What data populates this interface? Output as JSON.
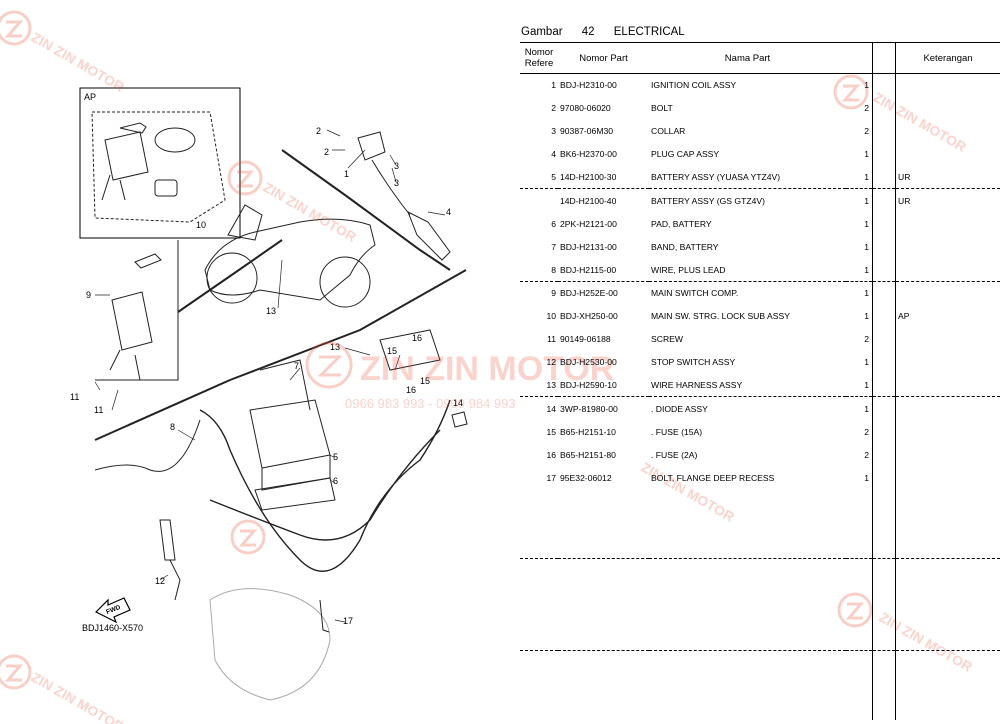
{
  "diagram": {
    "reference_labels": {
      "ap": "AP",
      "n1": "1",
      "n2a": "2",
      "n2b": "2",
      "n3a": "3",
      "n3b": "3",
      "n4": "4",
      "n5": "5",
      "n6": "6",
      "n7": "7",
      "n8": "8",
      "n9": "9",
      "n10": "10",
      "n11a": "11",
      "n11b": "11",
      "n12": "12",
      "n13a": "13",
      "n13b": "13",
      "n14": "14",
      "n15a": "15",
      "n15b": "15",
      "n16a": "16",
      "n16b": "16",
      "n17": "17"
    },
    "fwd_label": "FWD",
    "drawing_code": "BDJ1460-X570"
  },
  "watermark": {
    "brand": "ZIN ZIN MOTOR",
    "phone": "0966 983 993 - 0909 984 993"
  },
  "header": {
    "gambar_label": "Gambar",
    "gambar_number": "42",
    "gambar_title": "ELECTRICAL"
  },
  "table": {
    "columns": {
      "ref_line1": "Nomor",
      "ref_line2": "Refere",
      "part_number": "Nomor Part",
      "part_name": "Nama Part",
      "remarks": "Keterangan"
    },
    "rows": [
      {
        "ref": "1",
        "number": "BDJ-H2310-00",
        "name": "IGNITION COIL ASSY",
        "qty": "1",
        "remark": ""
      },
      {
        "ref": "2",
        "number": "97080-06020",
        "name": "BOLT",
        "qty": "2",
        "remark": ""
      },
      {
        "ref": "3",
        "number": "90387-06M30",
        "name": "COLLAR",
        "qty": "2",
        "remark": ""
      },
      {
        "ref": "4",
        "number": "BK6-H2370-00",
        "name": "PLUG CAP ASSY",
        "qty": "1",
        "remark": ""
      },
      {
        "ref": "5",
        "number": "14D-H2100-30",
        "name": "BATTERY ASSY (YUASA YTZ4V)",
        "qty": "1",
        "remark": "UR"
      },
      {
        "ref": "",
        "number": "14D-H2100-40",
        "name": "BATTERY ASSY (GS GTZ4V)",
        "qty": "1",
        "remark": "UR"
      },
      {
        "ref": "6",
        "number": "2PK-H2121-00",
        "name": "PAD, BATTERY",
        "qty": "1",
        "remark": ""
      },
      {
        "ref": "7",
        "number": "BDJ-H2131-00",
        "name": "BAND, BATTERY",
        "qty": "1",
        "remark": ""
      },
      {
        "ref": "8",
        "number": "BDJ-H2115-00",
        "name": "WIRE, PLUS LEAD",
        "qty": "1",
        "remark": ""
      },
      {
        "ref": "9",
        "number": "BDJ-H252E-00",
        "name": "MAIN SWITCH COMP.",
        "qty": "1",
        "remark": ""
      },
      {
        "ref": "10",
        "number": "BDJ-XH250-00",
        "name": "MAIN SW. STRG. LOCK SUB ASSY",
        "qty": "1",
        "remark": "AP"
      },
      {
        "ref": "11",
        "number": "90149-06188",
        "name": "SCREW",
        "qty": "2",
        "remark": ""
      },
      {
        "ref": "12",
        "number": "BDJ-H2530-00",
        "name": "STOP SWITCH ASSY",
        "qty": "1",
        "remark": ""
      },
      {
        "ref": "13",
        "number": "BDJ-H2590-10",
        "name": "WIRE HARNESS ASSY",
        "qty": "1",
        "remark": ""
      },
      {
        "ref": "14",
        "number": "3WP-81980-00",
        "name": ". DIODE ASSY",
        "qty": "1",
        "remark": ""
      },
      {
        "ref": "15",
        "number": "B65-H2151-10",
        "name": ". FUSE (15A)",
        "qty": "2",
        "remark": ""
      },
      {
        "ref": "16",
        "number": "B65-H2151-80",
        "name": ". FUSE (2A)",
        "qty": "2",
        "remark": ""
      },
      {
        "ref": "17",
        "number": "95E32-06012",
        "name": "BOLT, FLANGE DEEP RECESS",
        "qty": "1",
        "remark": ""
      }
    ]
  },
  "colors": {
    "watermark": "#e8553a",
    "text": "#000000"
  }
}
